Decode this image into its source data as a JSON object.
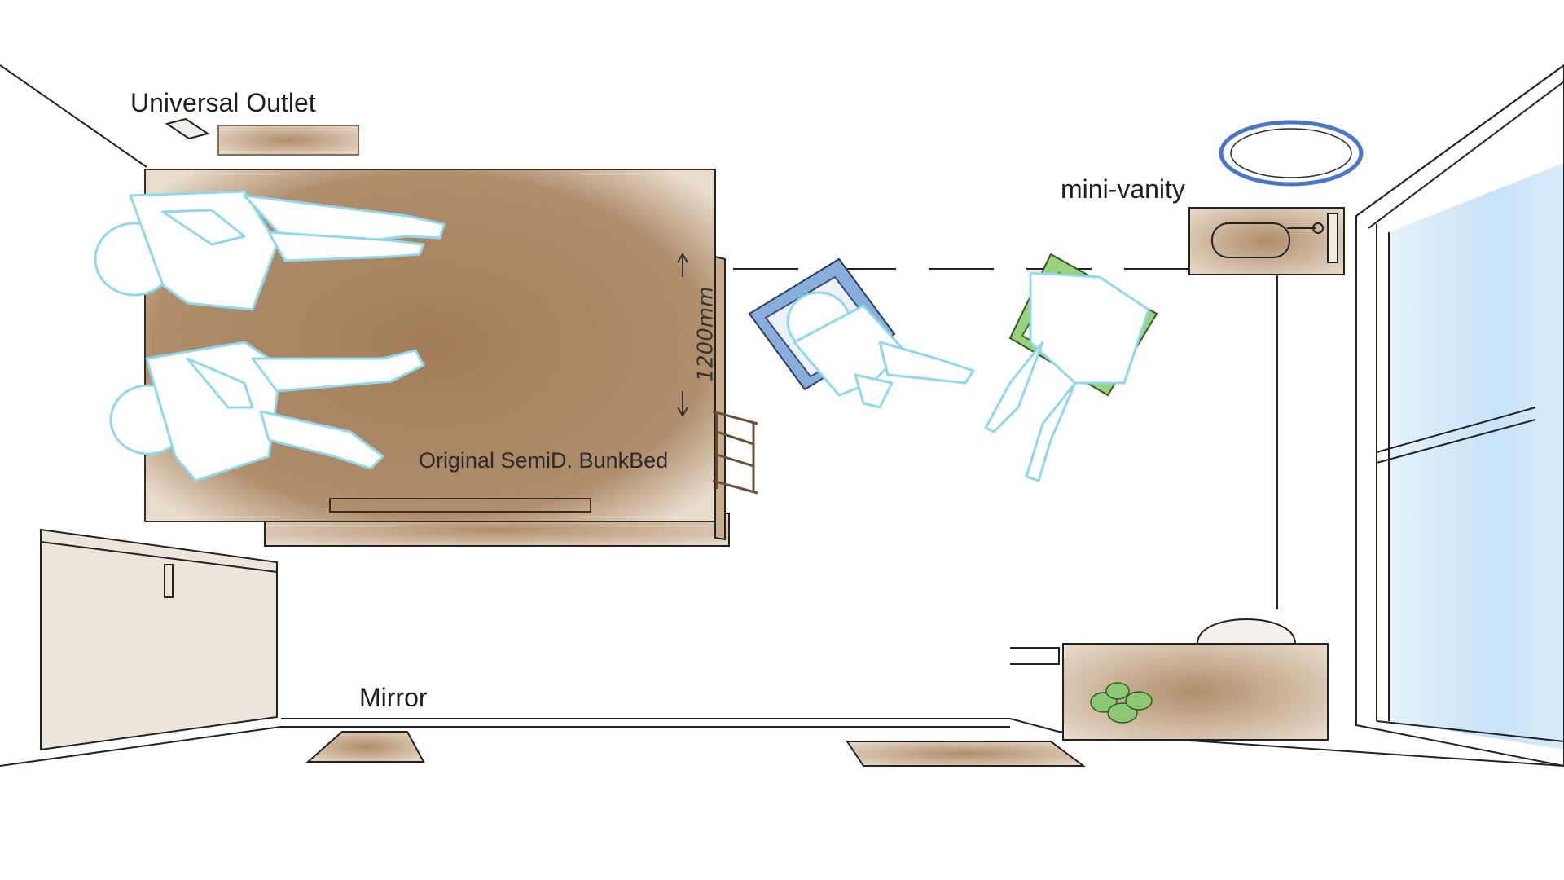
{
  "labels": {
    "universal_outlet": "Universal Outlet",
    "mini_vanity": "mini-vanity",
    "mirror": "Mirror",
    "bunk_bed": "Original SemiD. BunkBed",
    "bed_width": "1200mm"
  },
  "colors": {
    "wood": "#a98561",
    "wood_light": "#c7ad8f",
    "figure_outline": "#8fd8ee",
    "chair_blue": "#7fa3d4",
    "chair_green": "#8cc774",
    "ring_blue": "#4a76c9",
    "window_blue": "#cfe6f7",
    "wardrobe": "#ece5da",
    "line": "#222222"
  }
}
